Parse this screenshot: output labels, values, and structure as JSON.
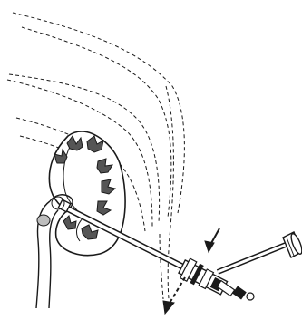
{
  "figure": {
    "caption": "",
    "labels": []
  },
  "colors": {
    "background": "#ffffff",
    "ink": "#1a1a1a",
    "calyx_fill": "#555555",
    "stone_fill": "#bdbdbd",
    "scope_shaft": "#ffffff",
    "arrow": "#1a1a1a"
  },
  "parts": {
    "tissue_layers": "dashed-contour-lines",
    "kidney": "kidney-outline",
    "renal_calyces": "calyx-group",
    "ureter": "ureter-outline",
    "stone": "kidney-stone",
    "scope": "nephroscope",
    "eyepiece": "nephroscope-eyepiece",
    "motion_arrows": "double-headed-arrow-pair"
  }
}
